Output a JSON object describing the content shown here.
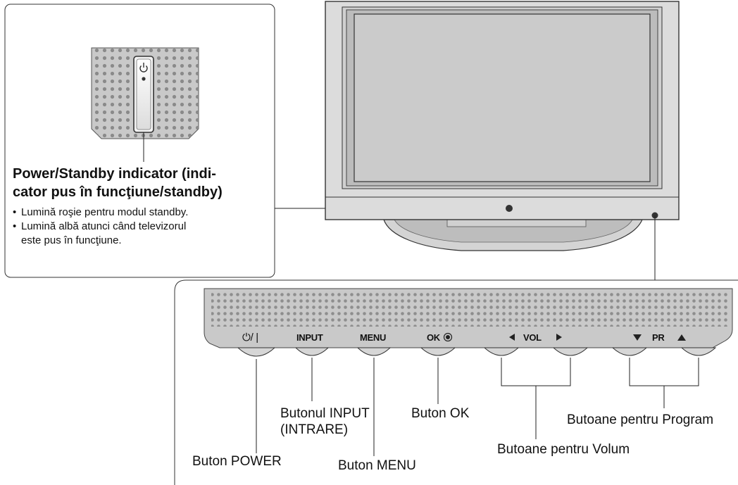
{
  "indicator_box": {
    "title_line1": "Power/Standby indicator (indi-",
    "title_line2": "cator pus în funcţiune/standby)",
    "bullet1": "Lumină roşie pentru modul standby.",
    "bullet2_line1": "Lumină albă atunci când televizorul",
    "bullet2_line2": "este pus în funcţiune."
  },
  "panel": {
    "power_mark": "⏻/ |",
    "input_mark": "INPUT",
    "menu_mark": "MENU",
    "ok_mark": "OK",
    "vol_mark": "VOL",
    "pr_mark": "PR"
  },
  "callouts": {
    "power": "Buton POWER",
    "input_line1": "Butonul INPUT",
    "input_line2": "(INTRARE)",
    "menu": "Buton MENU",
    "ok": "Buton OK",
    "volume": "Butoane pentru Volum",
    "program": "Butoane pentru Program"
  },
  "colors": {
    "bezel": "#d9d9d9",
    "screen": "#c8c8c8",
    "panel": "#c9c9c9",
    "line": "#111111"
  }
}
